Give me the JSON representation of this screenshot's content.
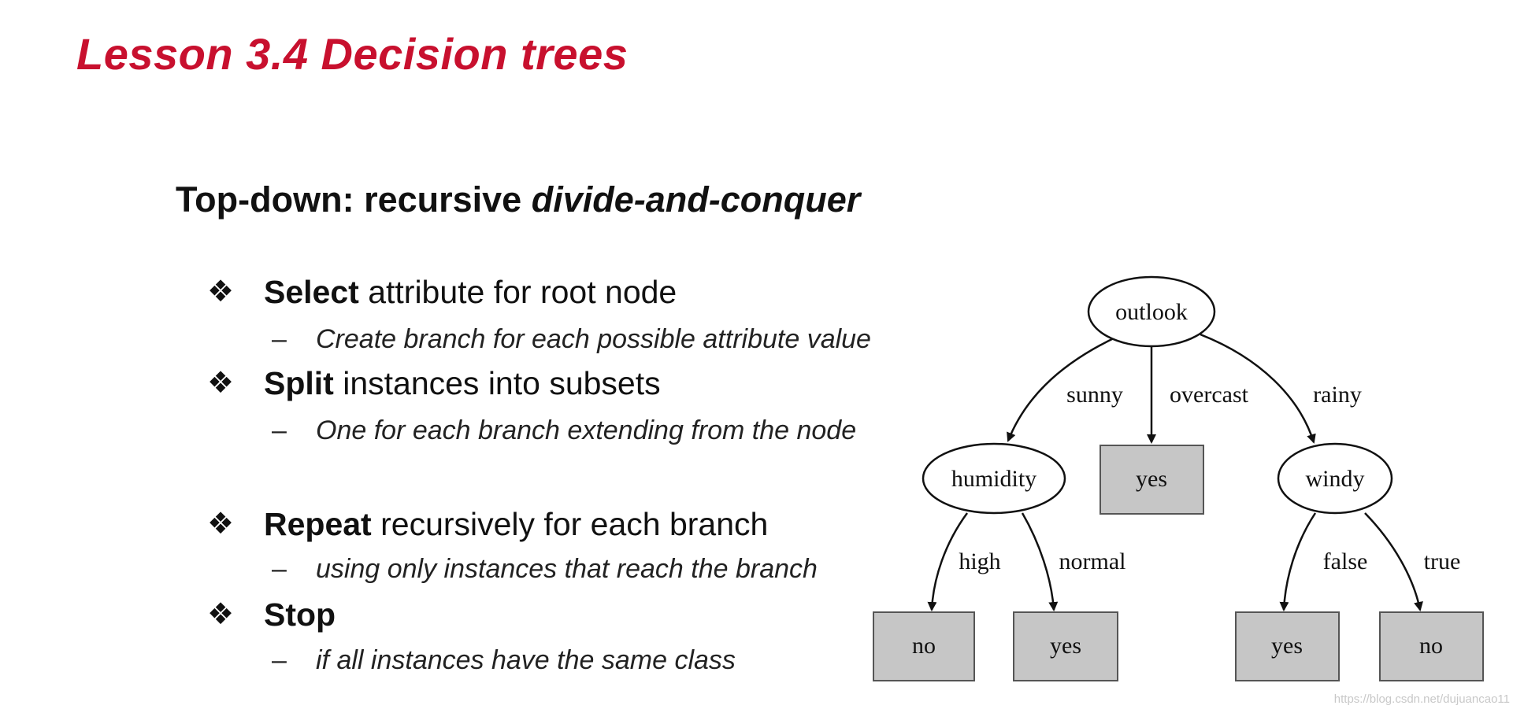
{
  "slide": {
    "title": "Lesson 3.4 Decision trees",
    "subtitle_prefix": "Top-down: recursive ",
    "subtitle_emph": "divide-and-conquer"
  },
  "bullets": [
    {
      "keyword": "Select",
      "rest": " attribute for root node",
      "sub": "Create branch for each possible attribute value"
    },
    {
      "keyword": "Split",
      "rest": " instances into subsets",
      "sub": "One for each branch extending from the node"
    },
    {
      "keyword": "Repeat",
      "rest": " recursively for each branch",
      "sub": "using only instances that reach the branch"
    },
    {
      "keyword": "Stop",
      "rest": "",
      "sub": "if all instances have the same class"
    }
  ],
  "bullet_symbol": "❖",
  "dash_symbol": "–",
  "tree": {
    "nodes": {
      "root": "outlook",
      "humidity": "humidity",
      "overcast_leaf": "yes",
      "windy": "windy",
      "high_leaf": "no",
      "normal_leaf": "yes",
      "false_leaf": "yes",
      "true_leaf": "no"
    },
    "edges": {
      "sunny": "sunny",
      "overcast": "overcast",
      "rainy": "rainy",
      "high": "high",
      "normal": "normal",
      "false": "false",
      "true": "true"
    }
  },
  "watermark": "https://blog.csdn.net/dujuancao11",
  "colors": {
    "title": "#c8102e",
    "leaf_fill": "#c6c6c6"
  }
}
